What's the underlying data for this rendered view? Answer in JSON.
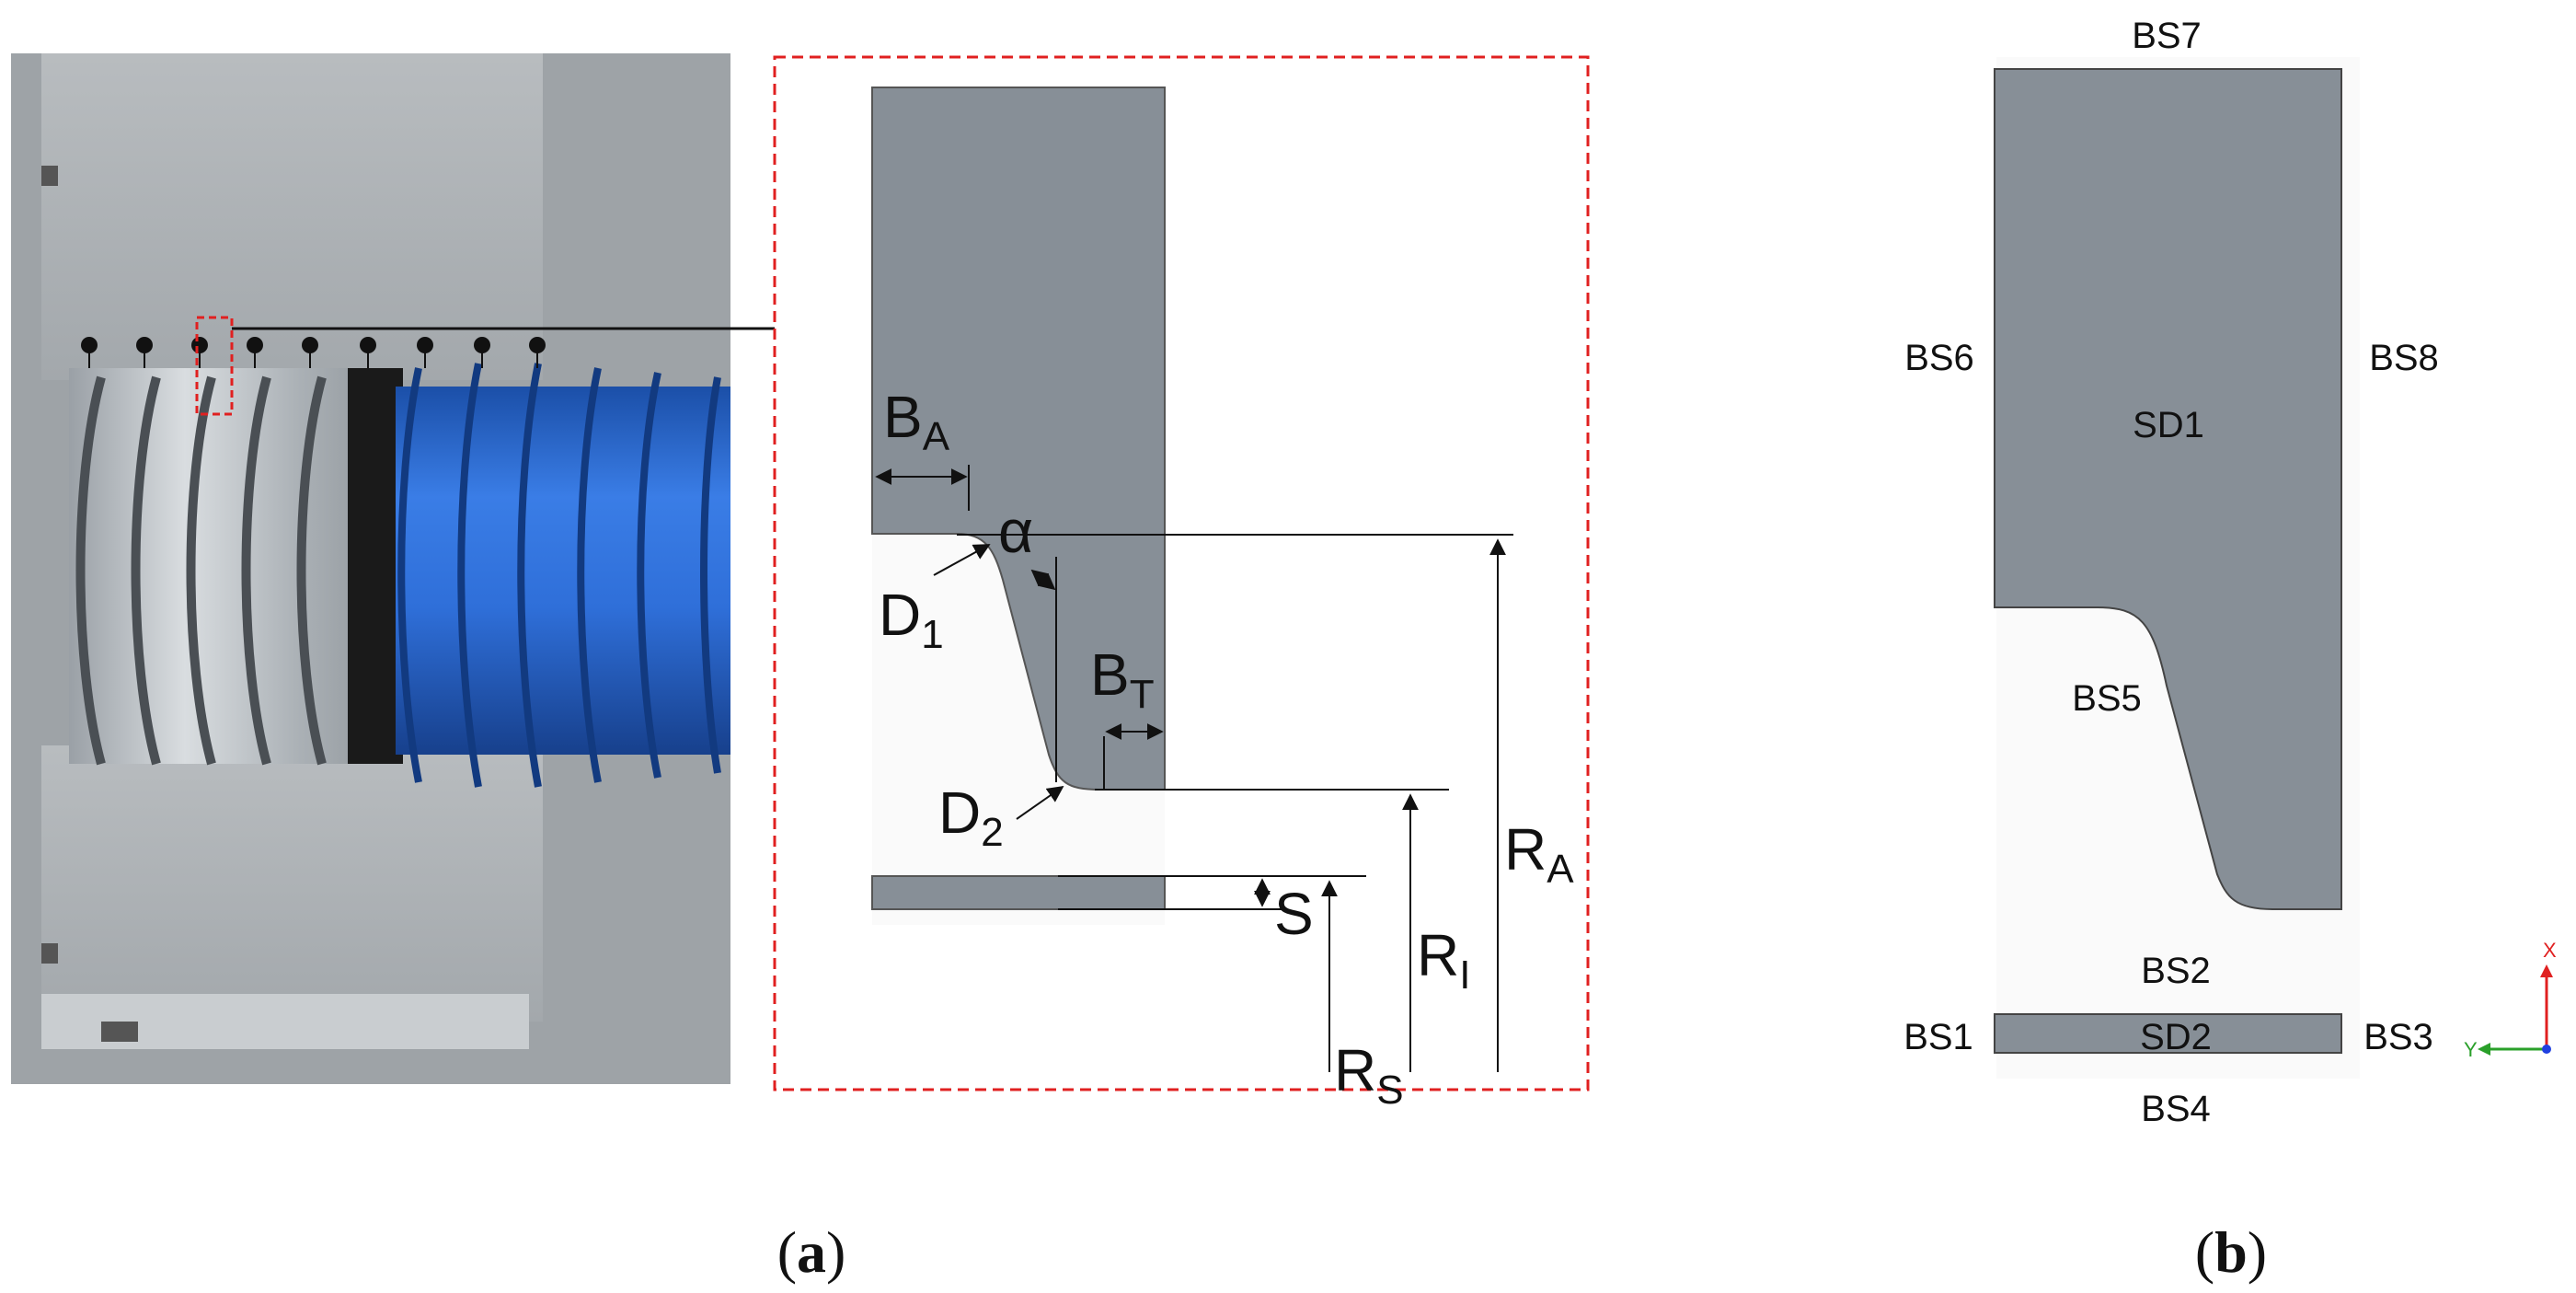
{
  "colors": {
    "steel": "#878f97",
    "steel_dark": "#6c737a",
    "hose_blue": "#2f6fd9",
    "hose_blue_dark": "#1b4fa8",
    "frame_red": "#e02020",
    "background": "#ffffff"
  },
  "panel_a": {
    "dimensions": {
      "B": "B",
      "A": "A",
      "alpha": "α",
      "D1_main": "D",
      "D1_sub": "1",
      "B_T_main": "B",
      "B_T_sub": "T",
      "D2_main": "D",
      "D2_sub": "2",
      "S": "S",
      "R_I_main": "R",
      "R_I_sub": "I",
      "R_S_main": "R",
      "R_S_sub": "S",
      "R_A_main": "R",
      "R_A_sub": "A"
    },
    "caption_open": "(",
    "caption_letter": "a",
    "caption_close": ")"
  },
  "panel_b": {
    "boundaries": {
      "BS1": "BS1",
      "BS2": "BS2",
      "BS3": "BS3",
      "BS4": "BS4",
      "BS5": "BS5",
      "BS6": "BS6",
      "BS7": "BS7",
      "BS8": "BS8"
    },
    "subdomains": {
      "SD1": "SD1",
      "SD2": "SD2"
    },
    "axes": {
      "x": "X",
      "y": "Y"
    },
    "caption_open": "(",
    "caption_letter": "b",
    "caption_close": ")"
  }
}
